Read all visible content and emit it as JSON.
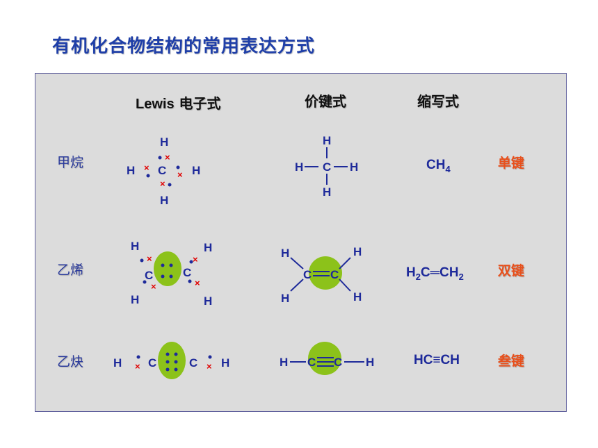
{
  "title": "有机化合物结构的常用表达方式",
  "headers": {
    "lewis_latin": "Lewis",
    "lewis_cn": " 电子式",
    "bond": "价键式",
    "abbr": "缩写式"
  },
  "rows": [
    {
      "name": "甲烷",
      "abbr_parts": [
        "CH",
        "4",
        ""
      ],
      "bond_type": "单键"
    },
    {
      "name": "乙烯",
      "abbr_parts": [
        "H",
        "2",
        "C═CH",
        "2"
      ],
      "bond_type": "双键"
    },
    {
      "name": "乙炔",
      "abbr_text": "HC≡CH",
      "bond_type": "叁键"
    }
  ],
  "atoms": {
    "H": "H",
    "C": "C"
  },
  "colors": {
    "title": "#1f3fa8",
    "atom": "#1e2a9a",
    "electron_cross": "#e00000",
    "highlight": "#8cc21a",
    "bond_label": "#e8501c",
    "panel_bg": "#dcdcdc"
  }
}
